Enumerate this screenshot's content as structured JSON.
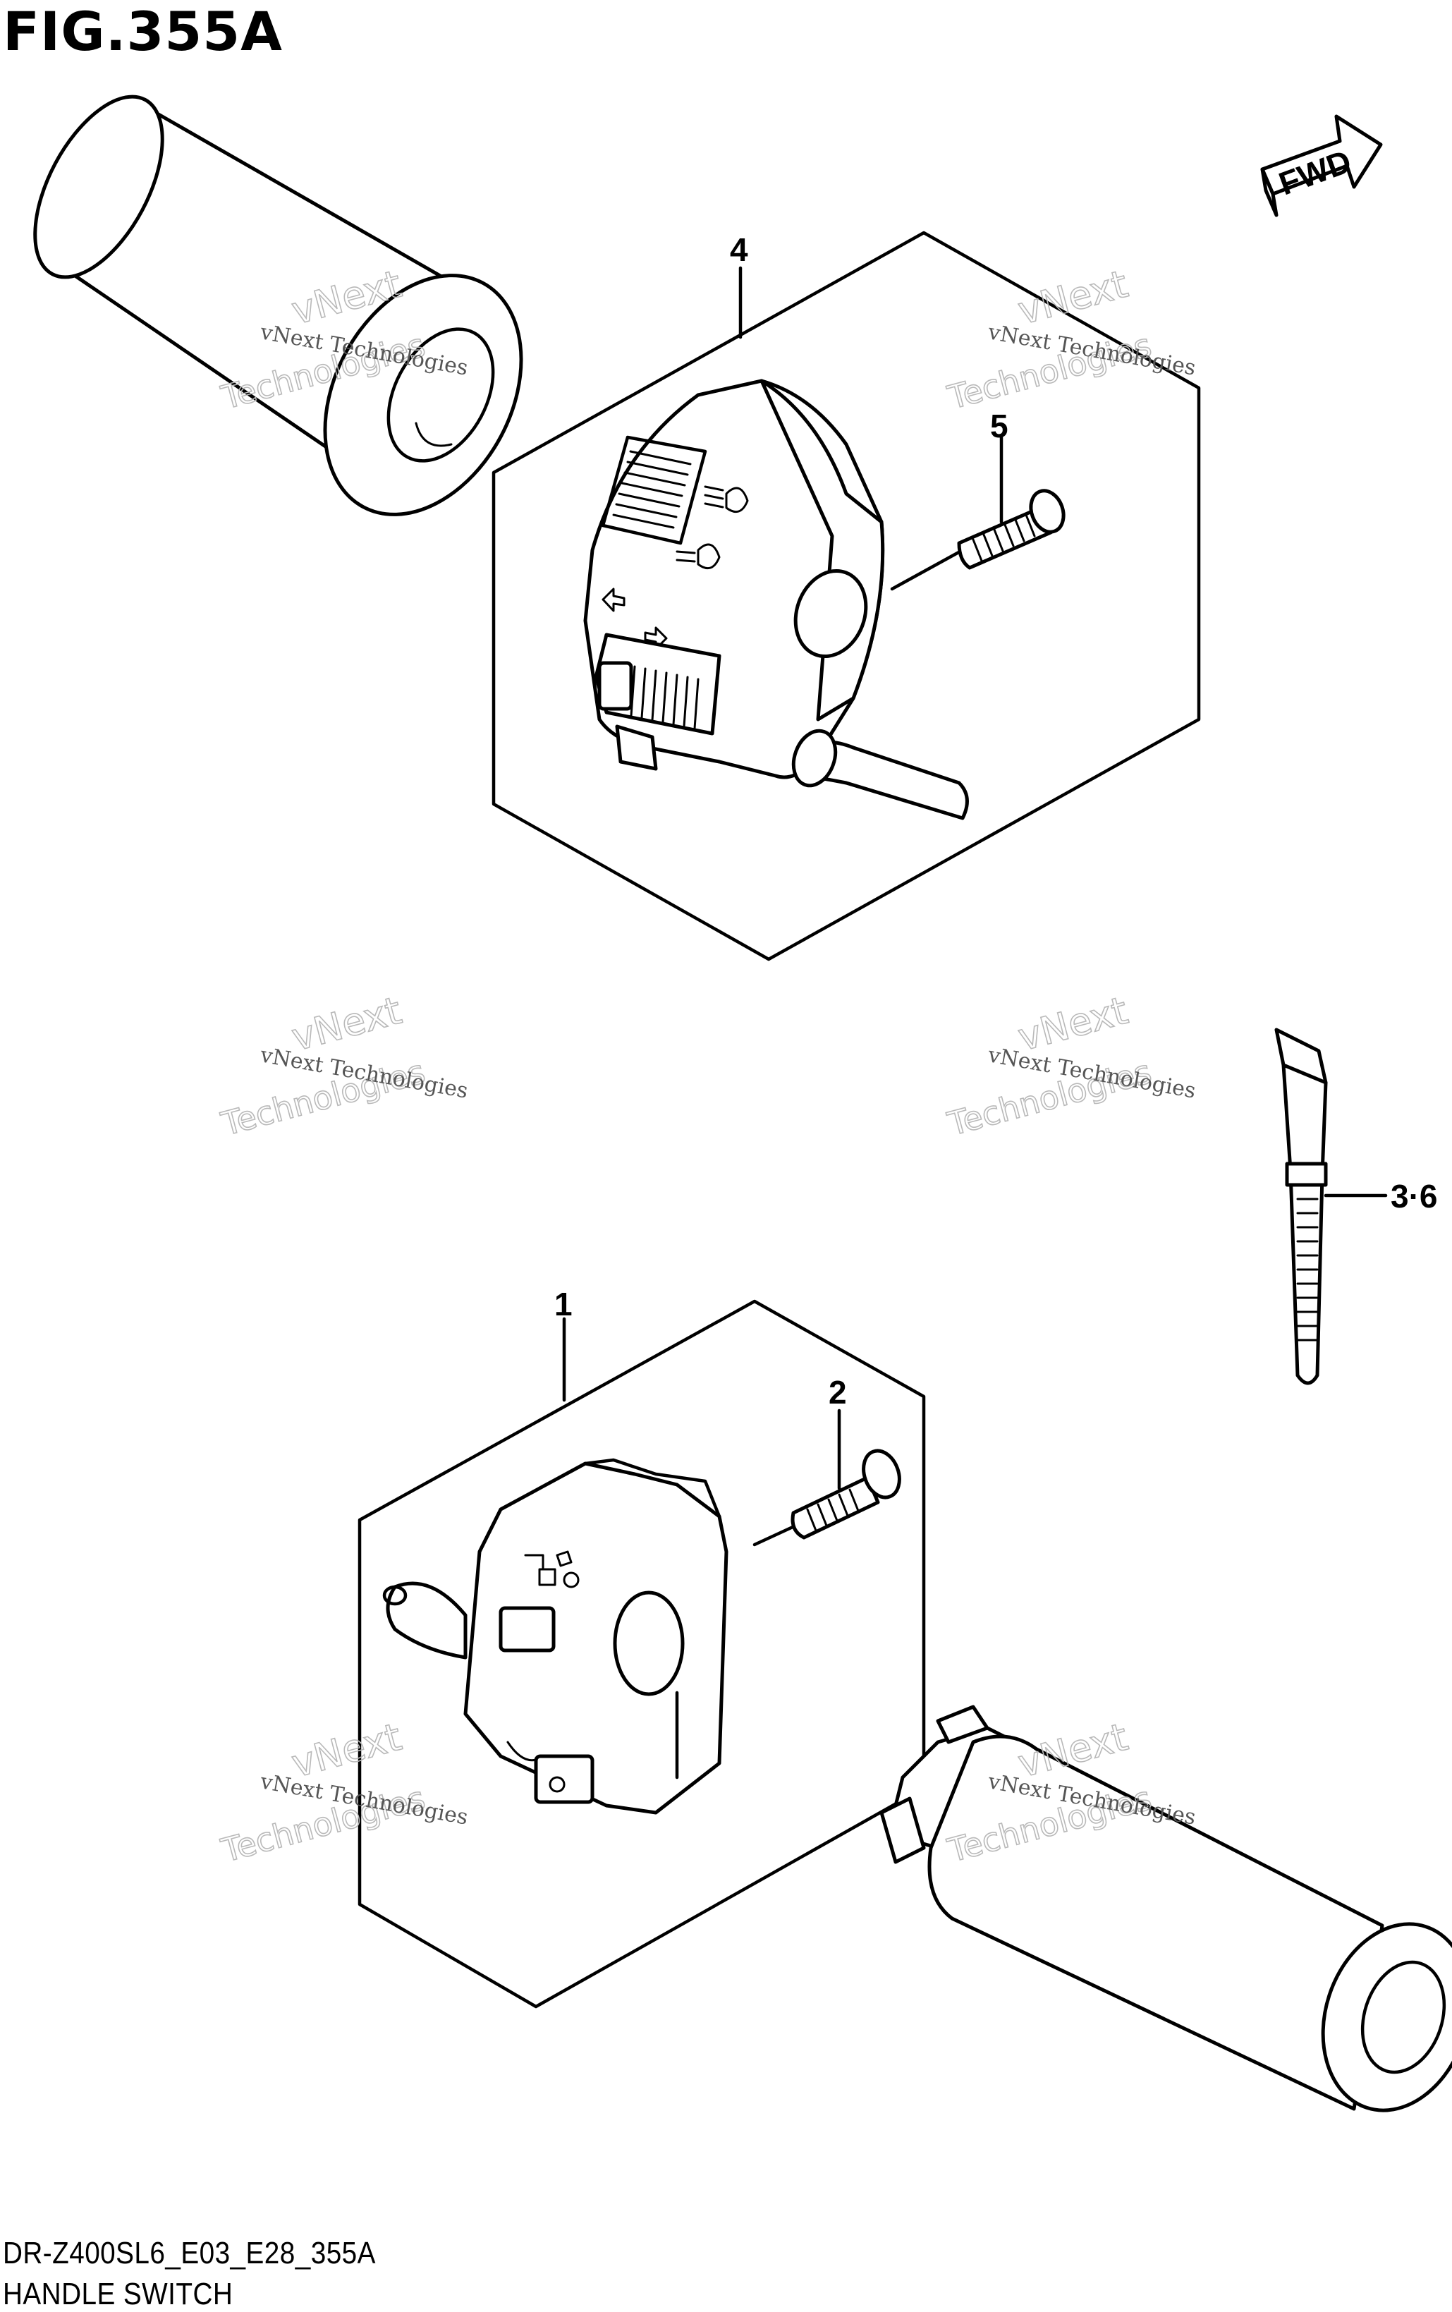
{
  "figure": {
    "title": "FIG.355A",
    "code": "DR-Z400SL6_E03_E28_355A",
    "name": "HANDLE SWITCH"
  },
  "direction_badge": "FWD",
  "callouts": [
    {
      "id": "4",
      "label": "4"
    },
    {
      "id": "5",
      "label": "5"
    },
    {
      "id": "3-6",
      "label": "3·6"
    },
    {
      "id": "1",
      "label": "1"
    },
    {
      "id": "2",
      "label": "2"
    }
  ],
  "watermark": {
    "line1": "vNext Technologies",
    "line2a": "vNext",
    "line2b": "Technologies"
  },
  "colors": {
    "ink": "#000000",
    "paper": "#ffffff",
    "watermark": "#b9b9b9"
  }
}
